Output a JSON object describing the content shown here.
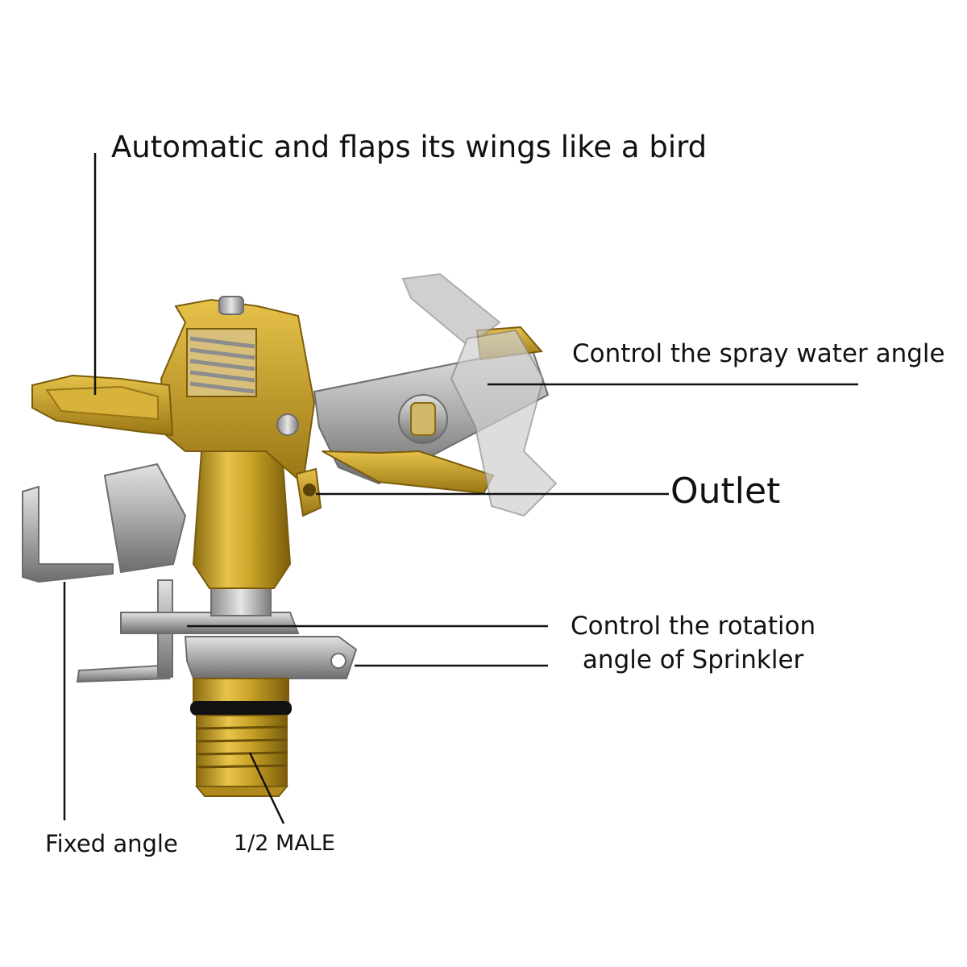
{
  "labels": {
    "wings": "Automatic and flaps its wings like a bird",
    "spray_angle": "Control the spray water angle",
    "outlet": "Outlet",
    "rotation_line1": "Control the rotation",
    "rotation_line2": "angle of Sprinkler",
    "fixed_angle": "Fixed angle",
    "thread": "1/2 MALE"
  },
  "colors": {
    "brass": "#c9a227",
    "brass_dark": "#8a6a10",
    "steel": "#a9a9a9",
    "steel_dark": "#6d6d6d",
    "leader_line": "#111111"
  }
}
